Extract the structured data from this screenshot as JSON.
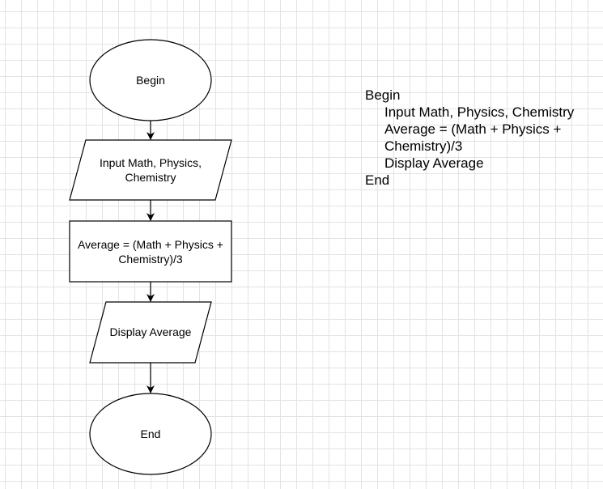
{
  "flowchart": {
    "begin": "Begin",
    "input": "Input Math, Physics, Chemistry",
    "process": "Average = (Math + Physics + Chemistry)/3",
    "output": "Display Average",
    "end": "End"
  },
  "pseudocode": {
    "begin": "Begin",
    "lines": [
      "Input Math, Physics, Chemistry",
      "Average = (Math + Physics + Chemistry)/3",
      "Display Average"
    ],
    "end": "End"
  }
}
